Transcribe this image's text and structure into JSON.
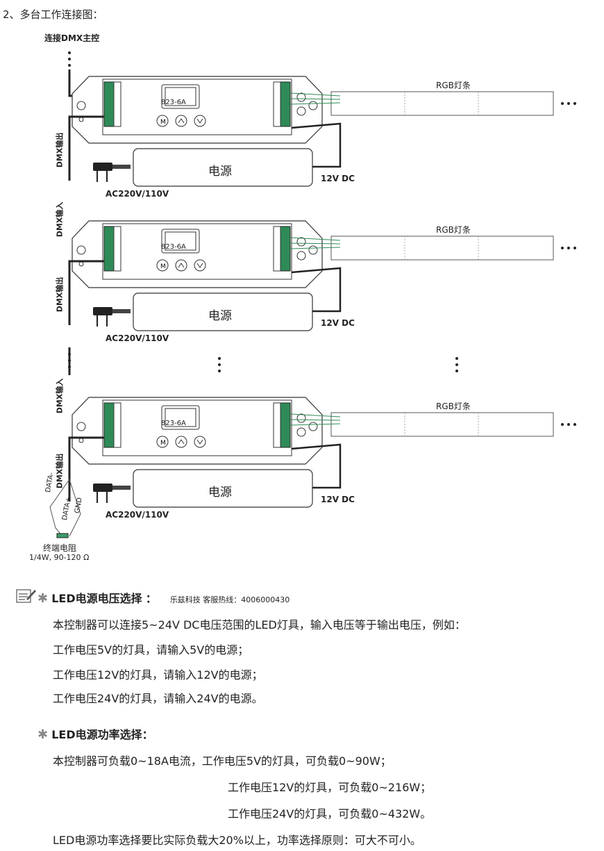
{
  "diagram_title": "2、多台工作连接图：",
  "main_controller_label": "连接DMX主控",
  "units": [
    {
      "model": "823-6A",
      "strip_label": "RGB灯条",
      "psu_label": "电源",
      "ac_label": "AC220V/110V",
      "dc_label": "12V DC",
      "dmx_in": "",
      "dmx_out": "DMX输出"
    },
    {
      "model": "823-6A",
      "strip_label": "RGB灯条",
      "psu_label": "电源",
      "ac_label": "AC220V/110V",
      "dc_label": "12V DC",
      "dmx_in": "DMX输入",
      "dmx_out": "DMX输出"
    },
    {
      "model": "823-6A",
      "strip_label": "RGB灯条",
      "psu_label": "电源",
      "ac_label": "AC220V/110V",
      "dc_label": "12V DC",
      "dmx_in": "DMX输入",
      "dmx_out": "DMX输出"
    }
  ],
  "terminal_labels": [
    "DATA-",
    "DATA+",
    "GND"
  ],
  "resistor_label": "终端电阻",
  "resistor_spec": "1/4W, 90-120 Ω",
  "section1": {
    "title": "LED电源电压选择",
    "colon": "：",
    "note": "乐兹科技 客服热线：4006000430",
    "lines": [
      "本控制器可以连接5~24V DC电压范围的LED灯具，输入电压等于输出电压，例如：",
      "工作电压5V的灯具，请输入5V的电源；",
      "工作电压12V的灯具，请输入12V的电源；",
      "工作电压24V的灯具，请输入24V的电源。"
    ]
  },
  "section2": {
    "title": "LED电源功率选择：",
    "lines": [
      "本控制器可负载0~18A电流，工作电压5V的灯具，可负载0~90W；",
      "工作电压12V的灯具，可负载0~216W；",
      "工作电压24V的灯具，可负载0~432W。",
      "LED电源功率选择要比实际负载大20%以上，功率选择原则：可大不可小。"
    ]
  },
  "colors": {
    "terminal_green": "#2e8b57",
    "wire": "#222222",
    "accent": "#3a9c6a"
  }
}
